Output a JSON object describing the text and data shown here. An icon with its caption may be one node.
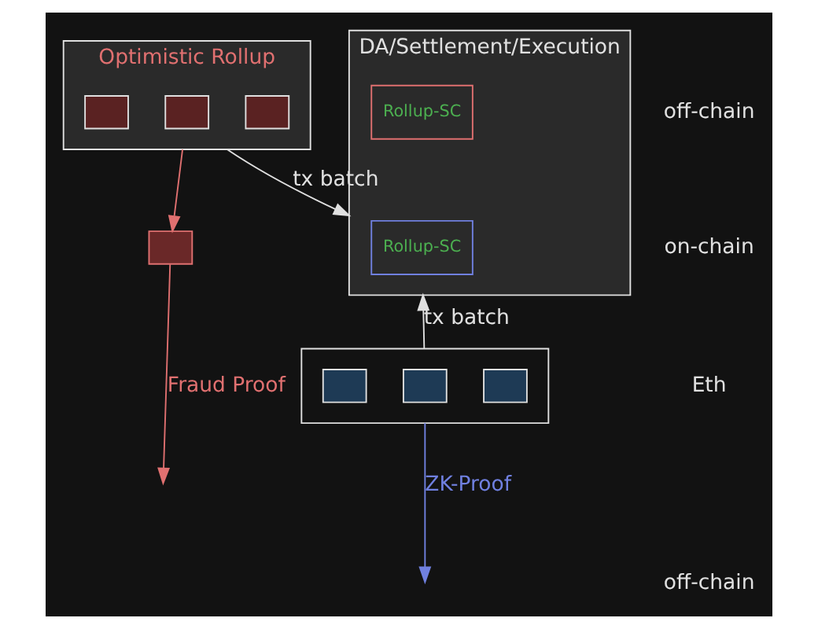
{
  "diagram": {
    "nodes": [
      {
        "text": [
          "Optimistic Rollup"
        ]
      },
      {
        "text": [],
        "shape": "box",
        "in": 0
      },
      {
        "text": [],
        "shape": "box",
        "in": 0
      },
      {
        "text": [],
        "shape": "box",
        "in": 0
      },
      {
        "text": [],
        "shape": "box"
      },
      {
        "text": [
          "DA/Settlement/Execution"
        ]
      },
      {
        "text": [
          "Rollup-SC"
        ],
        "in": 5
      },
      {
        "text": [
          "Rollup-SC"
        ],
        "in": 5
      },
      {
        "text": [],
        "shape": "box"
      },
      {
        "text": [],
        "shape": "box",
        "in": 8
      },
      {
        "text": [],
        "shape": "box",
        "in": 8
      },
      {
        "text": [],
        "shape": "box",
        "in": 8
      }
    ],
    "edges": [
      {
        "from": 0,
        "to": 4,
        "arrow": "to",
        "color": "#e07070"
      },
      {
        "from": 0,
        "to": 5,
        "label": "tx batch",
        "arrow": "to",
        "color": "#e0e0e0"
      },
      {
        "from": 8,
        "to": 5,
        "label": "tx batch",
        "arrow": "to",
        "color": "#e0e0e0"
      },
      {
        "from": 4,
        "to": null,
        "label": "Fraud Proof",
        "arrow": "to",
        "color": "#e07070"
      },
      {
        "from": 8,
        "to": null,
        "label": "ZK-Proof",
        "arrow": "to",
        "color": "#7080e0"
      }
    ],
    "labels": [
      "off-chain",
      "on-chain",
      "Eth",
      "off-chain"
    ]
  }
}
